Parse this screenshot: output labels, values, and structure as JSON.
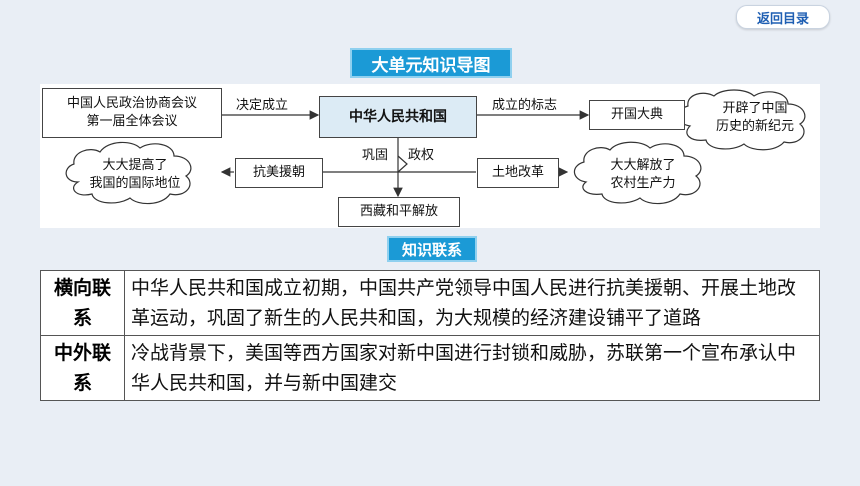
{
  "nav": {
    "return_label": "返回目录"
  },
  "section1_title": "大单元知识导图",
  "section2_title": "知识联系",
  "diagram": {
    "nodes": {
      "cppcc": "中国人民政治协商会议\n第一届全体会议",
      "prc": "中华人民共和国",
      "ceremony": "开国大典",
      "new_era": "开辟了中国\n历史的新纪元",
      "korea": "抗美援朝",
      "land_reform": "土地改革",
      "tibet": "西藏和平解放",
      "intl_status": "大大提高了\n我国的国际地位",
      "productivity": "大大解放了\n农村生产力"
    },
    "edge_labels": {
      "decide": "决定成立",
      "symbol": "成立的标志",
      "consolidate": "巩固",
      "regime": "政权"
    }
  },
  "links_table": {
    "rows": [
      {
        "head": "横向联系",
        "body": "中华人民共和国成立初期，中国共产党领导中国人民进行抗美援朝、开展土地改革运动，巩固了新生的人民共和国，为大规模的经济建设铺平了道路"
      },
      {
        "head": "中外联系",
        "body": "冷战背景下，美国等西方国家对新中国进行封锁和威胁，苏联第一个宣布承认中华人民共和国，并与新中国建交"
      }
    ]
  },
  "colors": {
    "title_bg": "#1b9ad6",
    "center_box": "#dcebf5",
    "page_bg": "#e9eef5"
  }
}
